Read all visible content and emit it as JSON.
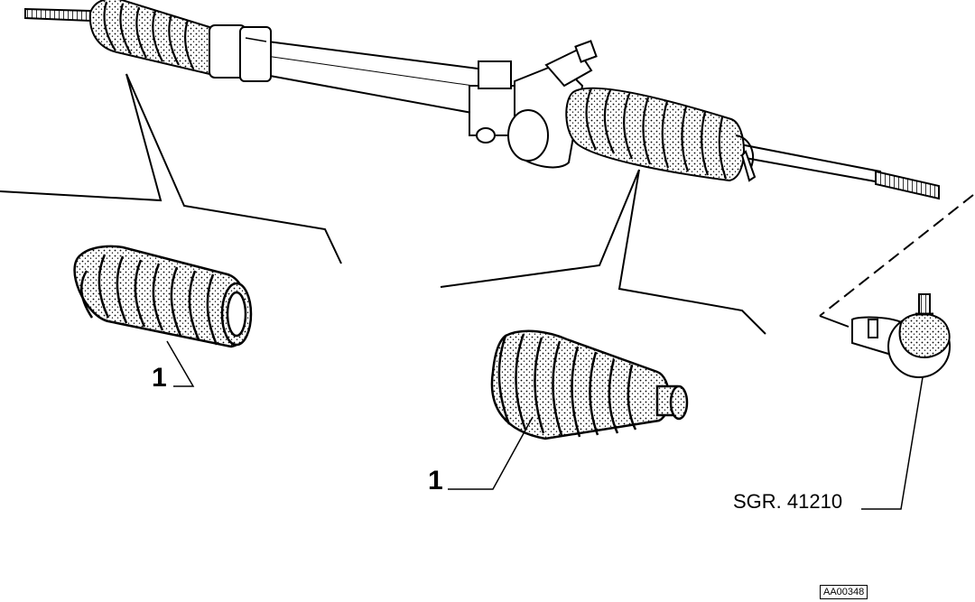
{
  "callouts": {
    "left_boot": "1",
    "center_boot": "1",
    "tie_rod_end": "SGR. 41210"
  },
  "figure_code": "AA00348"
}
